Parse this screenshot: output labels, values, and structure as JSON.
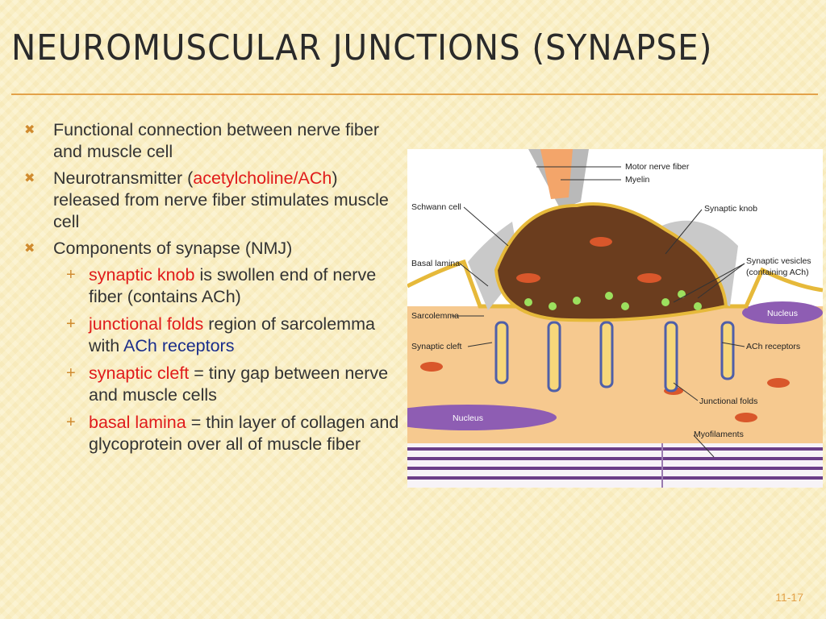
{
  "slide": {
    "title": "NEUROMUSCULAR JUNCTIONS (SYNAPSE)",
    "page_number": "11-17"
  },
  "bullets": {
    "b1": "Functional connection between nerve fiber and muscle cell",
    "b2_pre": "Neurotransmitter (",
    "b2_hl": "acetylcholine/ACh",
    "b2_post": ") released from nerve fiber stimulates muscle cell",
    "b3": "Components of synapse (NMJ)",
    "sub1_term": "synaptic knob",
    "sub1_rest": " is swollen end of nerve fiber (contains ACh)",
    "sub2_term": "junctional folds",
    "sub2_rest": " region of sarcolemma with ",
    "sub2_hl": "ACh receptors",
    "sub3_term": "synaptic cleft",
    "sub3_rest": " = tiny gap between nerve and muscle cells",
    "sub4_term": "basal lamina",
    "sub4_rest": " = thin layer of collagen and glycoprotein over all of muscle fiber"
  },
  "figure": {
    "labels": {
      "motor_nerve_fiber": "Motor nerve fiber",
      "myelin": "Myelin",
      "schwann_cell": "Schwann cell",
      "synaptic_knob": "Synaptic knob",
      "basal_lamina": "Basal lamina",
      "synaptic_vesicles": "Synaptic vesicles",
      "containing_ach": "(containing ACh)",
      "nucleus_top": "Nucleus",
      "sarcolemma": "Sarcolemma",
      "synaptic_cleft": "Synaptic cleft",
      "ach_receptors": "ACh receptors",
      "junctional_folds": "Junctional folds",
      "nucleus_bottom": "Nucleus",
      "myofilaments": "Myofilaments"
    }
  },
  "colors": {
    "accent": "#e3a24a",
    "highlight_red": "#e01b1b",
    "highlight_blue": "#1a2d8a"
  }
}
